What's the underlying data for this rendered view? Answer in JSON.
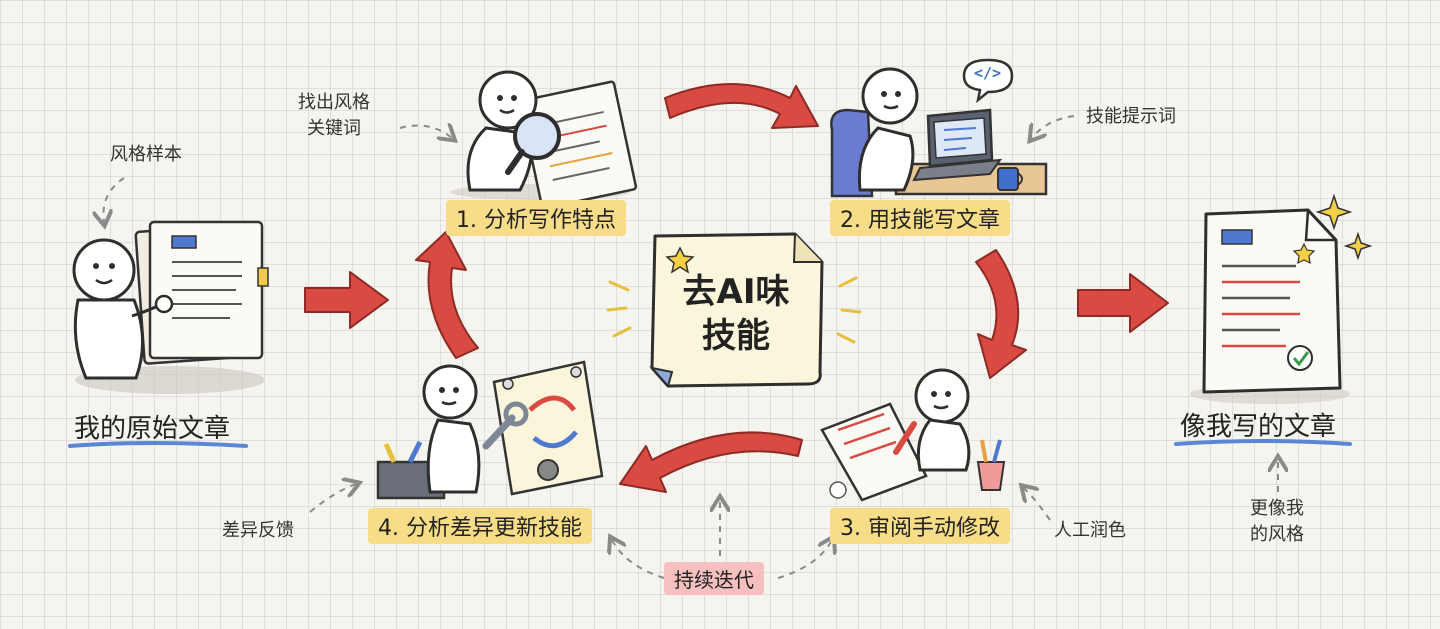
{
  "colors": {
    "arrow": "#d94a43",
    "highlight": "#f8dd88",
    "pink_highlight": "#f6c0c0",
    "underline": "#5b86d4",
    "note": "#fbf5dc"
  },
  "center": {
    "line1": "去AI味",
    "line2": "技能"
  },
  "steps": [
    {
      "label": "1. 分析写作特点"
    },
    {
      "label": "2. 用技能写文章"
    },
    {
      "label": "3. 审阅手动修改"
    },
    {
      "label": "4. 分析差异更新技能"
    }
  ],
  "left": {
    "title": "我的原始文章",
    "annotation": "风格样本"
  },
  "right": {
    "title": "像我写的文章",
    "annotation_line1": "更像我",
    "annotation_line2": "的风格"
  },
  "annotations": {
    "step1_line1": "找出风格",
    "step1_line2": "关键词",
    "step2": "技能提示词",
    "step3": "人工润色",
    "step4": "差异反馈",
    "loop": "持续迭代"
  },
  "icons": {
    "code": "</>",
    "check": "✓"
  }
}
